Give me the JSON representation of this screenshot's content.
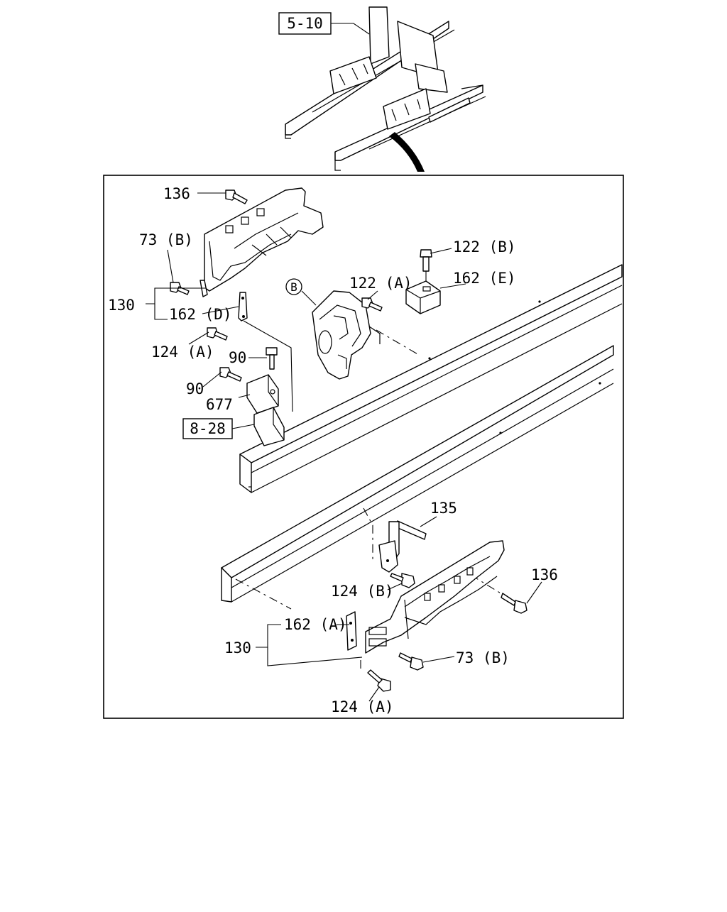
{
  "references": {
    "top_ref": "5-10",
    "side_ref": "8-28",
    "circle_marker": "B"
  },
  "labels": {
    "l136_top": "136",
    "l73b_top": "73 (B)",
    "l130_top": "130",
    "l162d": "162 (D)",
    "l124a_mid": "124 (A)",
    "l90_a": "90",
    "l90_b": "90",
    "l677": "677",
    "l122a": "122 (A)",
    "l122b": "122 (B)",
    "l162e": "162 (E)",
    "l135": "135",
    "l136_bot": "136",
    "l124b": "124 (B)",
    "l162a": "162 (A)",
    "l130_bot": "130",
    "l73b_bot": "73 (B)",
    "l124a_bot": "124 (A)"
  }
}
